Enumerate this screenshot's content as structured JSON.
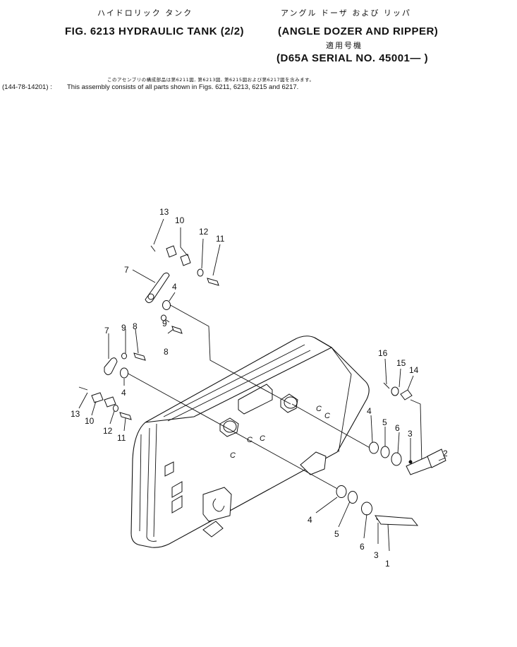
{
  "header": {
    "title_jp": "ハイドロリック タンク",
    "subtitle_jp": "アングル ドーザ および リッパ",
    "fig_number": "FIG. 6213",
    "title": "HYDRAULIC TANK (2/2)",
    "subtitle": "(ANGLE DOZER AND RIPPER)",
    "serial_jp": "適用号機",
    "serial": "(D65A SERIAL NO. 45001— )",
    "note_jp": "このアセンブリの構成部品は第6211図, 第6213図, 第6215図および第6217図を含みます。",
    "note_code": "(144-78-14201) :",
    "note": "This assembly consists of all parts shown in Figs. 6211, 6213, 6215 and 6217."
  },
  "callouts": {
    "c1": "1",
    "c2": "2",
    "c3a": "3",
    "c3b": "3",
    "c4a": "4",
    "c4b": "4",
    "c4c": "4",
    "c4d": "4",
    "c5a": "5",
    "c5b": "5",
    "c6a": "6",
    "c6b": "6",
    "c7a": "7",
    "c7b": "7",
    "c8a": "8",
    "c8b": "8",
    "c9a": "9",
    "c9b": "9",
    "c10a": "10",
    "c10b": "10",
    "c11a": "11",
    "c11b": "11",
    "c12a": "12",
    "c12b": "12",
    "c13a": "13",
    "c13b": "13",
    "c14": "14",
    "c15": "15",
    "c16": "16"
  }
}
